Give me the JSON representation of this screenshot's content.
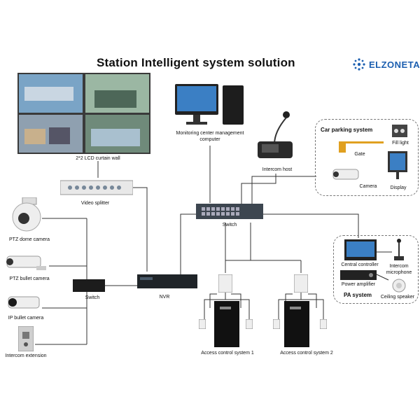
{
  "title": "Station Intelligent system solution",
  "brand": {
    "name": "ELZONETA",
    "color": "#1c5fb0"
  },
  "labels": {
    "curtain_wall": "2*2 LCD curtain wall",
    "monitoring": "Monitoring center management computer",
    "intercom_host": "Intercom host",
    "video_splitter": "Video splitter",
    "switch_center": "Switch",
    "switch_left": "Switch",
    "nvr": "NVR",
    "ptz_dome": "PTZ dome camera",
    "ptz_bullet": "PTZ bullet camera",
    "ip_bullet": "IP bullet camera",
    "intercom_ext": "Intercom extension",
    "access_1": "Access control system 1",
    "access_2": "Access control system 2",
    "car_parking": "Car parking system",
    "gate": "Gate",
    "fill_light": "Fill light",
    "camera": "Camera",
    "display": "Display",
    "central_controller": "Central controller",
    "intercom_mic": "Intercom microphone",
    "power_amp": "Power amplifier",
    "pa_system": "PA system",
    "ceiling_speaker": "Ceiling speaker"
  },
  "icons": [
    "lcd-wall-icon",
    "computer-icon",
    "microphone-icon",
    "splitter-icon",
    "switch-icon",
    "nvr-icon",
    "dome-camera-icon",
    "bullet-camera-icon",
    "intercom-panel-icon",
    "door-icon",
    "access-controller-icon",
    "barrier-gate-icon",
    "fill-light-icon",
    "display-icon",
    "amplifier-icon",
    "speaker-icon"
  ]
}
